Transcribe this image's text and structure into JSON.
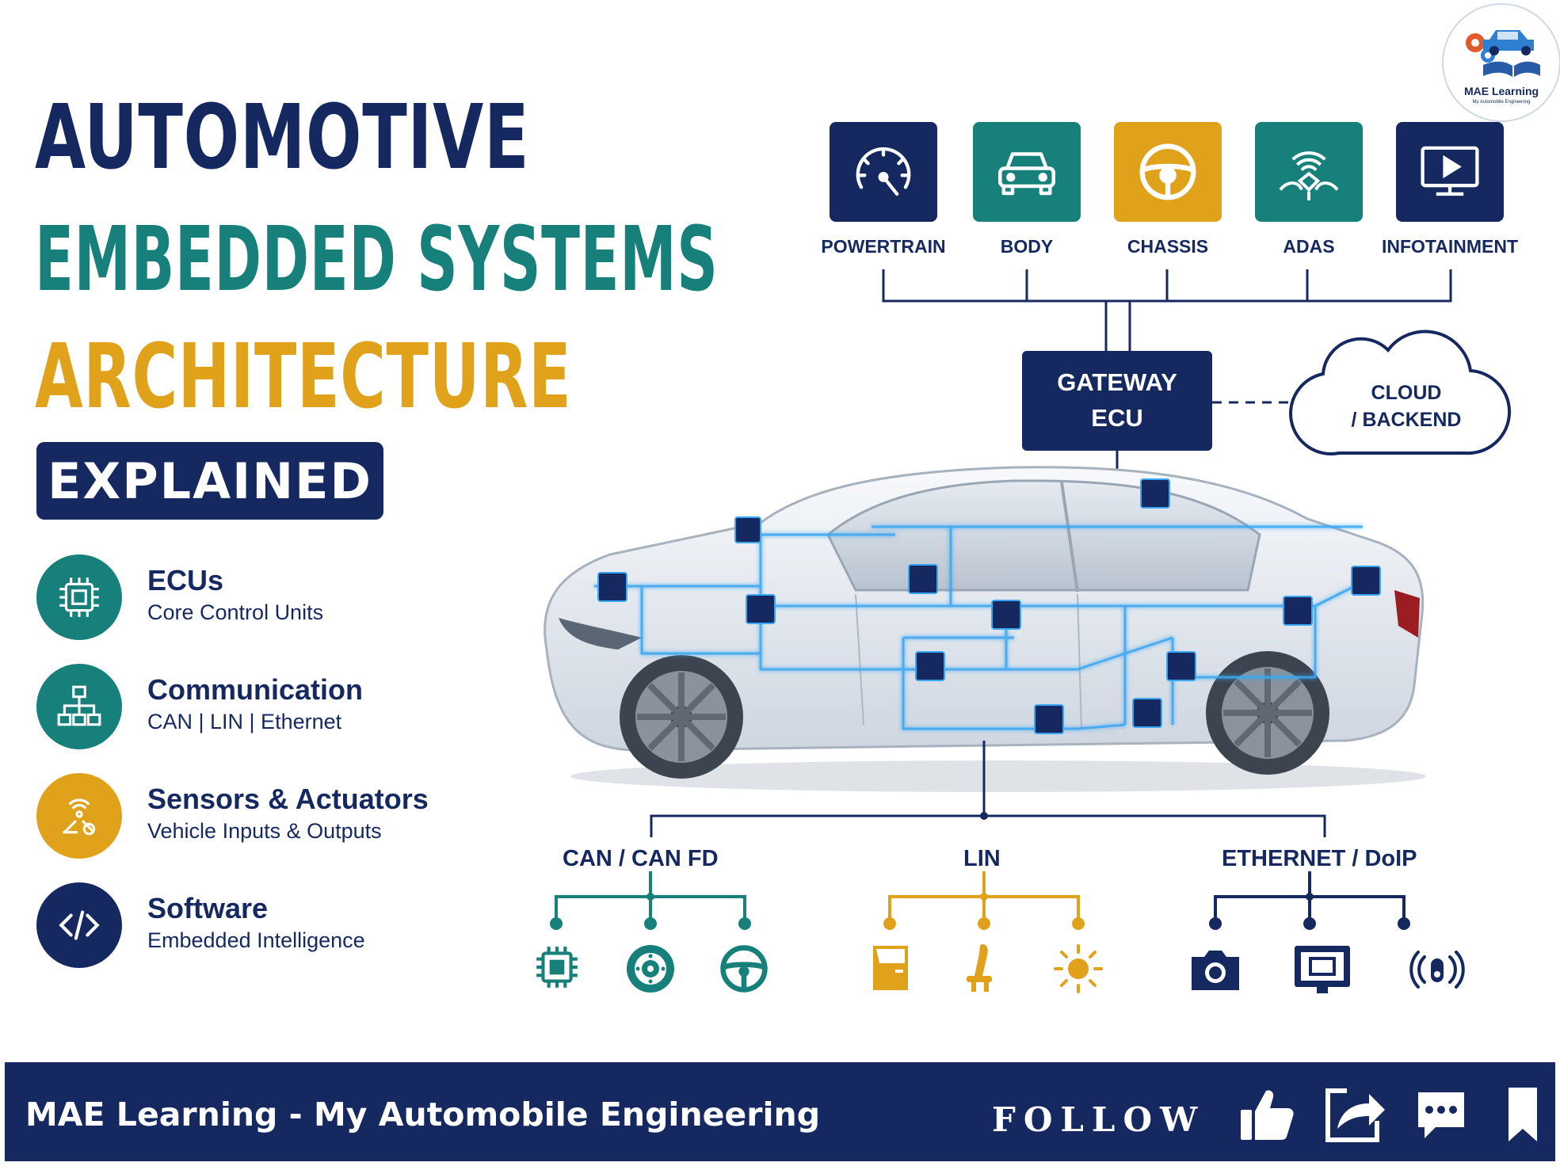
{
  "title": {
    "line1": "AUTOMOTIVE",
    "line2": "EMBEDDED SYSTEMS",
    "line3": "ARCHITECTURE",
    "badge": "EXPLAINED"
  },
  "features": [
    {
      "title": "ECUs",
      "subtitle": "Core Control Units",
      "icon": "chip-icon",
      "color": "#17807a"
    },
    {
      "title": "Communication",
      "subtitle": "CAN | LIN | Ethernet",
      "icon": "network-hierarchy-icon",
      "color": "#17807a"
    },
    {
      "title": "Sensors & Actuators",
      "subtitle": "Vehicle Inputs & Outputs",
      "icon": "sensor-icon",
      "color": "#e0a21a"
    },
    {
      "title": "Software",
      "subtitle": "Embedded Intelligence",
      "icon": "code-icon",
      "color": "#15285f"
    }
  ],
  "domains": [
    {
      "label": "POWERTRAIN",
      "icon": "speedometer-icon",
      "color": "#15285f"
    },
    {
      "label": "BODY",
      "icon": "car-front-icon",
      "color": "#17807a"
    },
    {
      "label": "CHASSIS",
      "icon": "steering-wheel-icon",
      "color": "#e0a21a"
    },
    {
      "label": "ADAS",
      "icon": "radar-icon",
      "color": "#17807a"
    },
    {
      "label": "INFOTAINMENT",
      "icon": "display-icon",
      "color": "#15285f"
    }
  ],
  "gateway": {
    "line1": "GATEWAY",
    "line2": "ECU"
  },
  "cloud": {
    "line1": "CLOUD",
    "line2": "/ BACKEND"
  },
  "buses": [
    {
      "label": "CAN / CAN FD",
      "color": "#17807a",
      "icons": [
        "chip-icon",
        "brake-disc-icon",
        "steering-wheel-icon"
      ]
    },
    {
      "label": "LIN",
      "color": "#e0a21a",
      "icons": [
        "door-icon",
        "seat-icon",
        "light-icon"
      ]
    },
    {
      "label": "ETHERNET / DoIP",
      "color": "#15285f",
      "icons": [
        "camera-icon",
        "display-icon",
        "wireless-sensor-icon"
      ]
    }
  ],
  "footer": {
    "text": "MAE Learning - My Automobile Engineering",
    "follow": "FOLLOW",
    "icons": [
      "thumbs-up-icon",
      "share-icon",
      "comment-icon",
      "bookmark-icon"
    ]
  },
  "logo": {
    "name": "MAE Learning",
    "tagline": "My Automobile Engineering"
  },
  "colors": {
    "navy": "#15285f",
    "teal": "#17807a",
    "gold": "#e0a21a"
  }
}
